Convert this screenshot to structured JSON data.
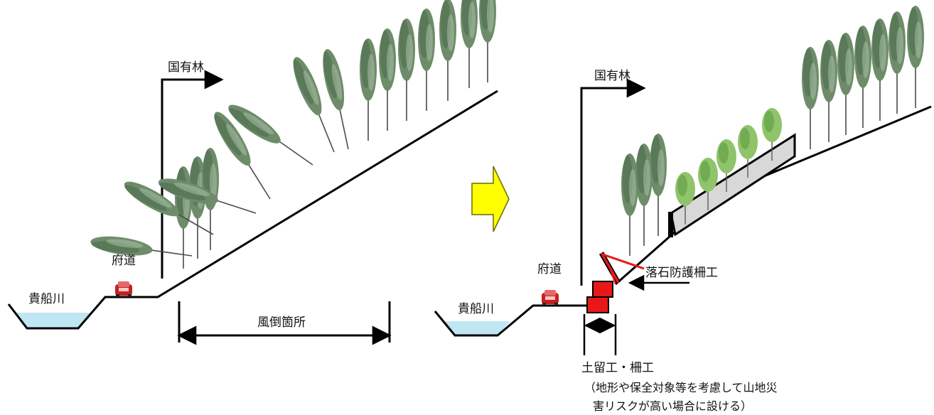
{
  "left_panel": {
    "river_label": "貴船川",
    "road_label": "府道",
    "forest_label": "国有林",
    "windthrow_label": "風倒箇所"
  },
  "right_panel": {
    "river_label": "貴船川",
    "road_label": "府道",
    "forest_label": "国有林",
    "rockfall_label": "落石防護柵工",
    "retaining_label": "土留工・柵工",
    "note_line1": "（地形や保全対象等を考慮して山地災",
    "note_line2": "害リスクが高い場合に設ける）"
  },
  "colors": {
    "water": "#bfe6f3",
    "arrow_fill": "#ffff00",
    "structure_red": "#e81818",
    "tree_trunk": "#4a4a4a",
    "tree_leaf": "#6e8c6a",
    "planted_leaf": "#8fc46a",
    "netted_area": "#d8d8d8"
  },
  "icons": {
    "car": "car-icon",
    "transition_arrow": "right-arrow-icon"
  }
}
